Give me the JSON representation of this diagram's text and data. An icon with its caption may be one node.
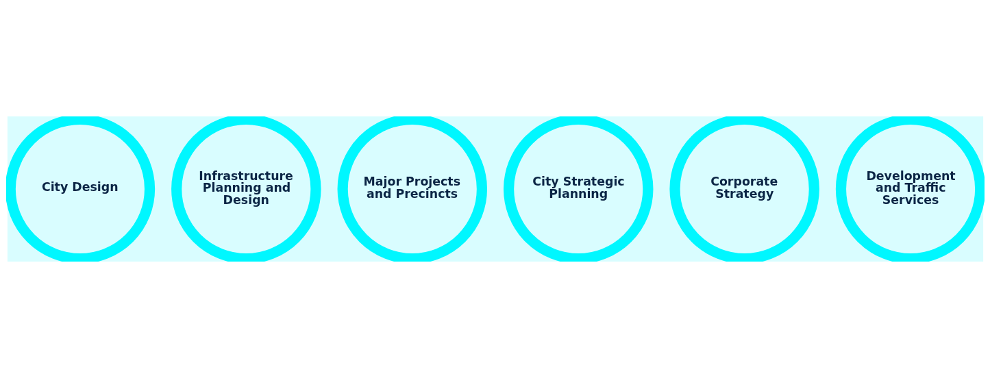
{
  "diagram": {
    "nodes": [
      {
        "text": [
          "City Design"
        ]
      },
      {
        "text": [
          "Infrastructure Planning and Design"
        ]
      },
      {
        "text": [
          "Major Projects and Precincts"
        ]
      },
      {
        "text": [
          "City Strategic Planning"
        ]
      },
      {
        "text": [
          "Corporate Strategy"
        ]
      },
      {
        "text": [
          "Development and Traffic Services"
        ]
      }
    ]
  }
}
